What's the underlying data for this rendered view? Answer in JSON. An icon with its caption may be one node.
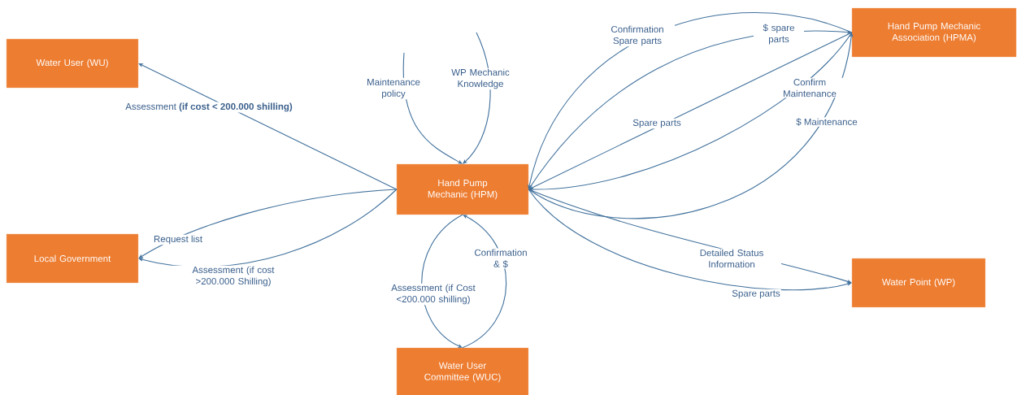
{
  "diagram": {
    "nodes": [
      {
        "text": [
          "Water User (WU)"
        ]
      },
      {
        "text": [
          "Local Government"
        ]
      },
      {
        "text": [
          "Hand Pump Mechanic (HPM)"
        ]
      },
      {
        "text": [
          "Water User Committee (WUC)"
        ]
      },
      {
        "text": [
          "Hand Pump Mechanic Association (HPMA)"
        ]
      },
      {
        "text": [
          "Water Point (WP)"
        ]
      }
    ],
    "edges": [
      {
        "from": 2,
        "to": 0,
        "arrow": "to",
        "label": "Assessment **(if cost < 200.000 shilling)**"
      },
      {
        "from": 2,
        "to": 1,
        "arrow": "to",
        "label": "Request list"
      },
      {
        "from": 2,
        "to": 1,
        "arrow": "to",
        "label": "Assessment (if cost >200.000 Shilling)"
      },
      {
        "from": null,
        "to": 2,
        "arrow": "to",
        "label": "Maintenance policy"
      },
      {
        "from": null,
        "to": 2,
        "arrow": "to",
        "label": "WP Mechanic Knowledge"
      },
      {
        "from": 2,
        "to": 3,
        "arrow": "to",
        "label": "Assessment (if Cost <200.000 shilling)"
      },
      {
        "from": 3,
        "to": 2,
        "arrow": "to",
        "label": "Confirmation & $"
      },
      {
        "from": 4,
        "to": 2,
        "arrow": "to",
        "label": "Confirmation Spare parts"
      },
      {
        "from": 2,
        "to": 4,
        "arrow": "to",
        "label": "$ spare parts"
      },
      {
        "from": 4,
        "to": 2,
        "arrow": "to",
        "label": "Spare parts"
      },
      {
        "from": 4,
        "to": 2,
        "arrow": "to",
        "label": "Confirm Maintenance"
      },
      {
        "from": 2,
        "to": 4,
        "arrow": "to",
        "label": "$ Maintenance"
      },
      {
        "from": 2,
        "to": 5,
        "arrow": "to",
        "label": "Detailed Status Information"
      },
      {
        "from": 2,
        "to": 5,
        "arrow": "to",
        "label": "Spare parts"
      }
    ]
  }
}
